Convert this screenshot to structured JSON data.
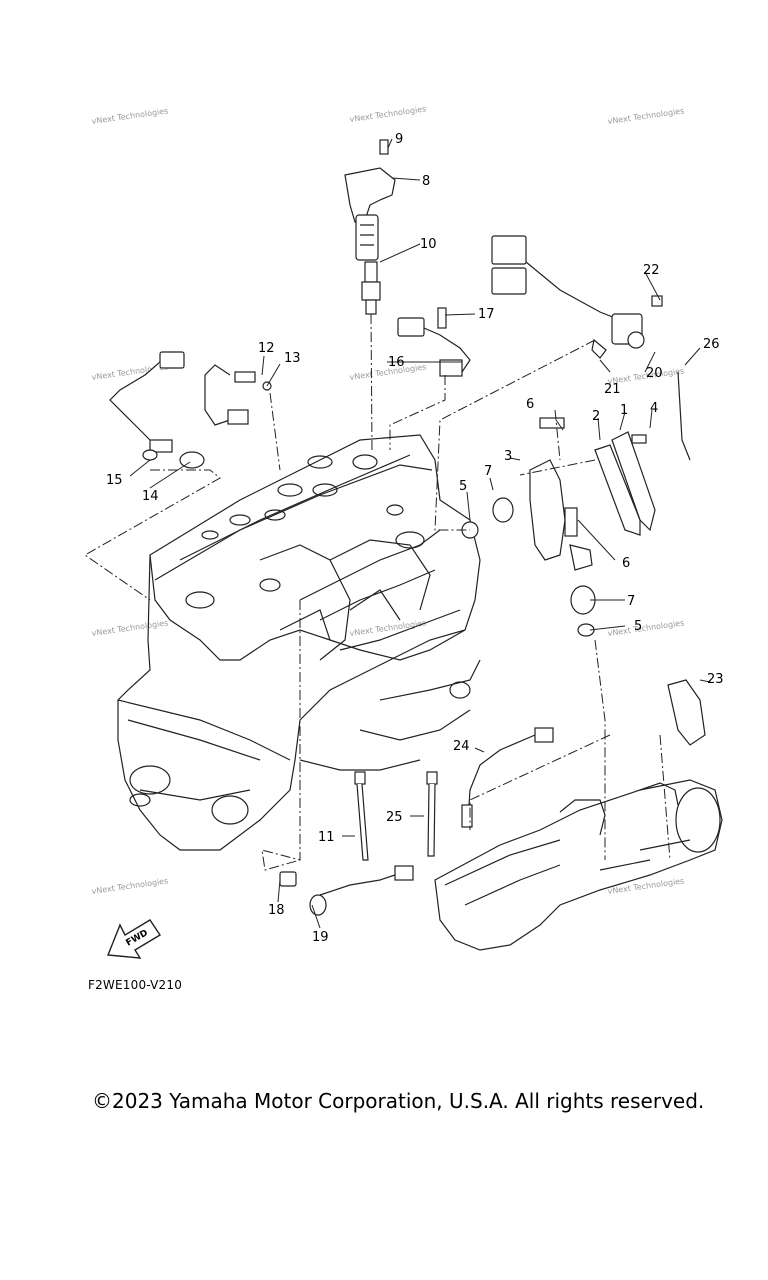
{
  "diagram": {
    "code": "F2WE100-V210",
    "fwd_label": "FWD",
    "watermark": "vNext Technologies",
    "callouts": {
      "c1": "1",
      "c2": "2",
      "c3": "3",
      "c4": "4",
      "c5a": "5",
      "c5b": "5",
      "c6a": "6",
      "c6b": "6",
      "c7a": "7",
      "c7b": "7",
      "c8": "8",
      "c9": "9",
      "c10": "10",
      "c11": "11",
      "c12": "12",
      "c13": "13",
      "c14": "14",
      "c15": "15",
      "c16": "16",
      "c17": "17",
      "c18": "18",
      "c19": "19",
      "c20": "20",
      "c21": "21",
      "c22": "22",
      "c23": "23",
      "c24": "24",
      "c25": "25",
      "c26": "26"
    }
  },
  "footer": {
    "copyright": "©2023 Yamaha Motor Corporation, U.S.A. All rights reserved."
  }
}
